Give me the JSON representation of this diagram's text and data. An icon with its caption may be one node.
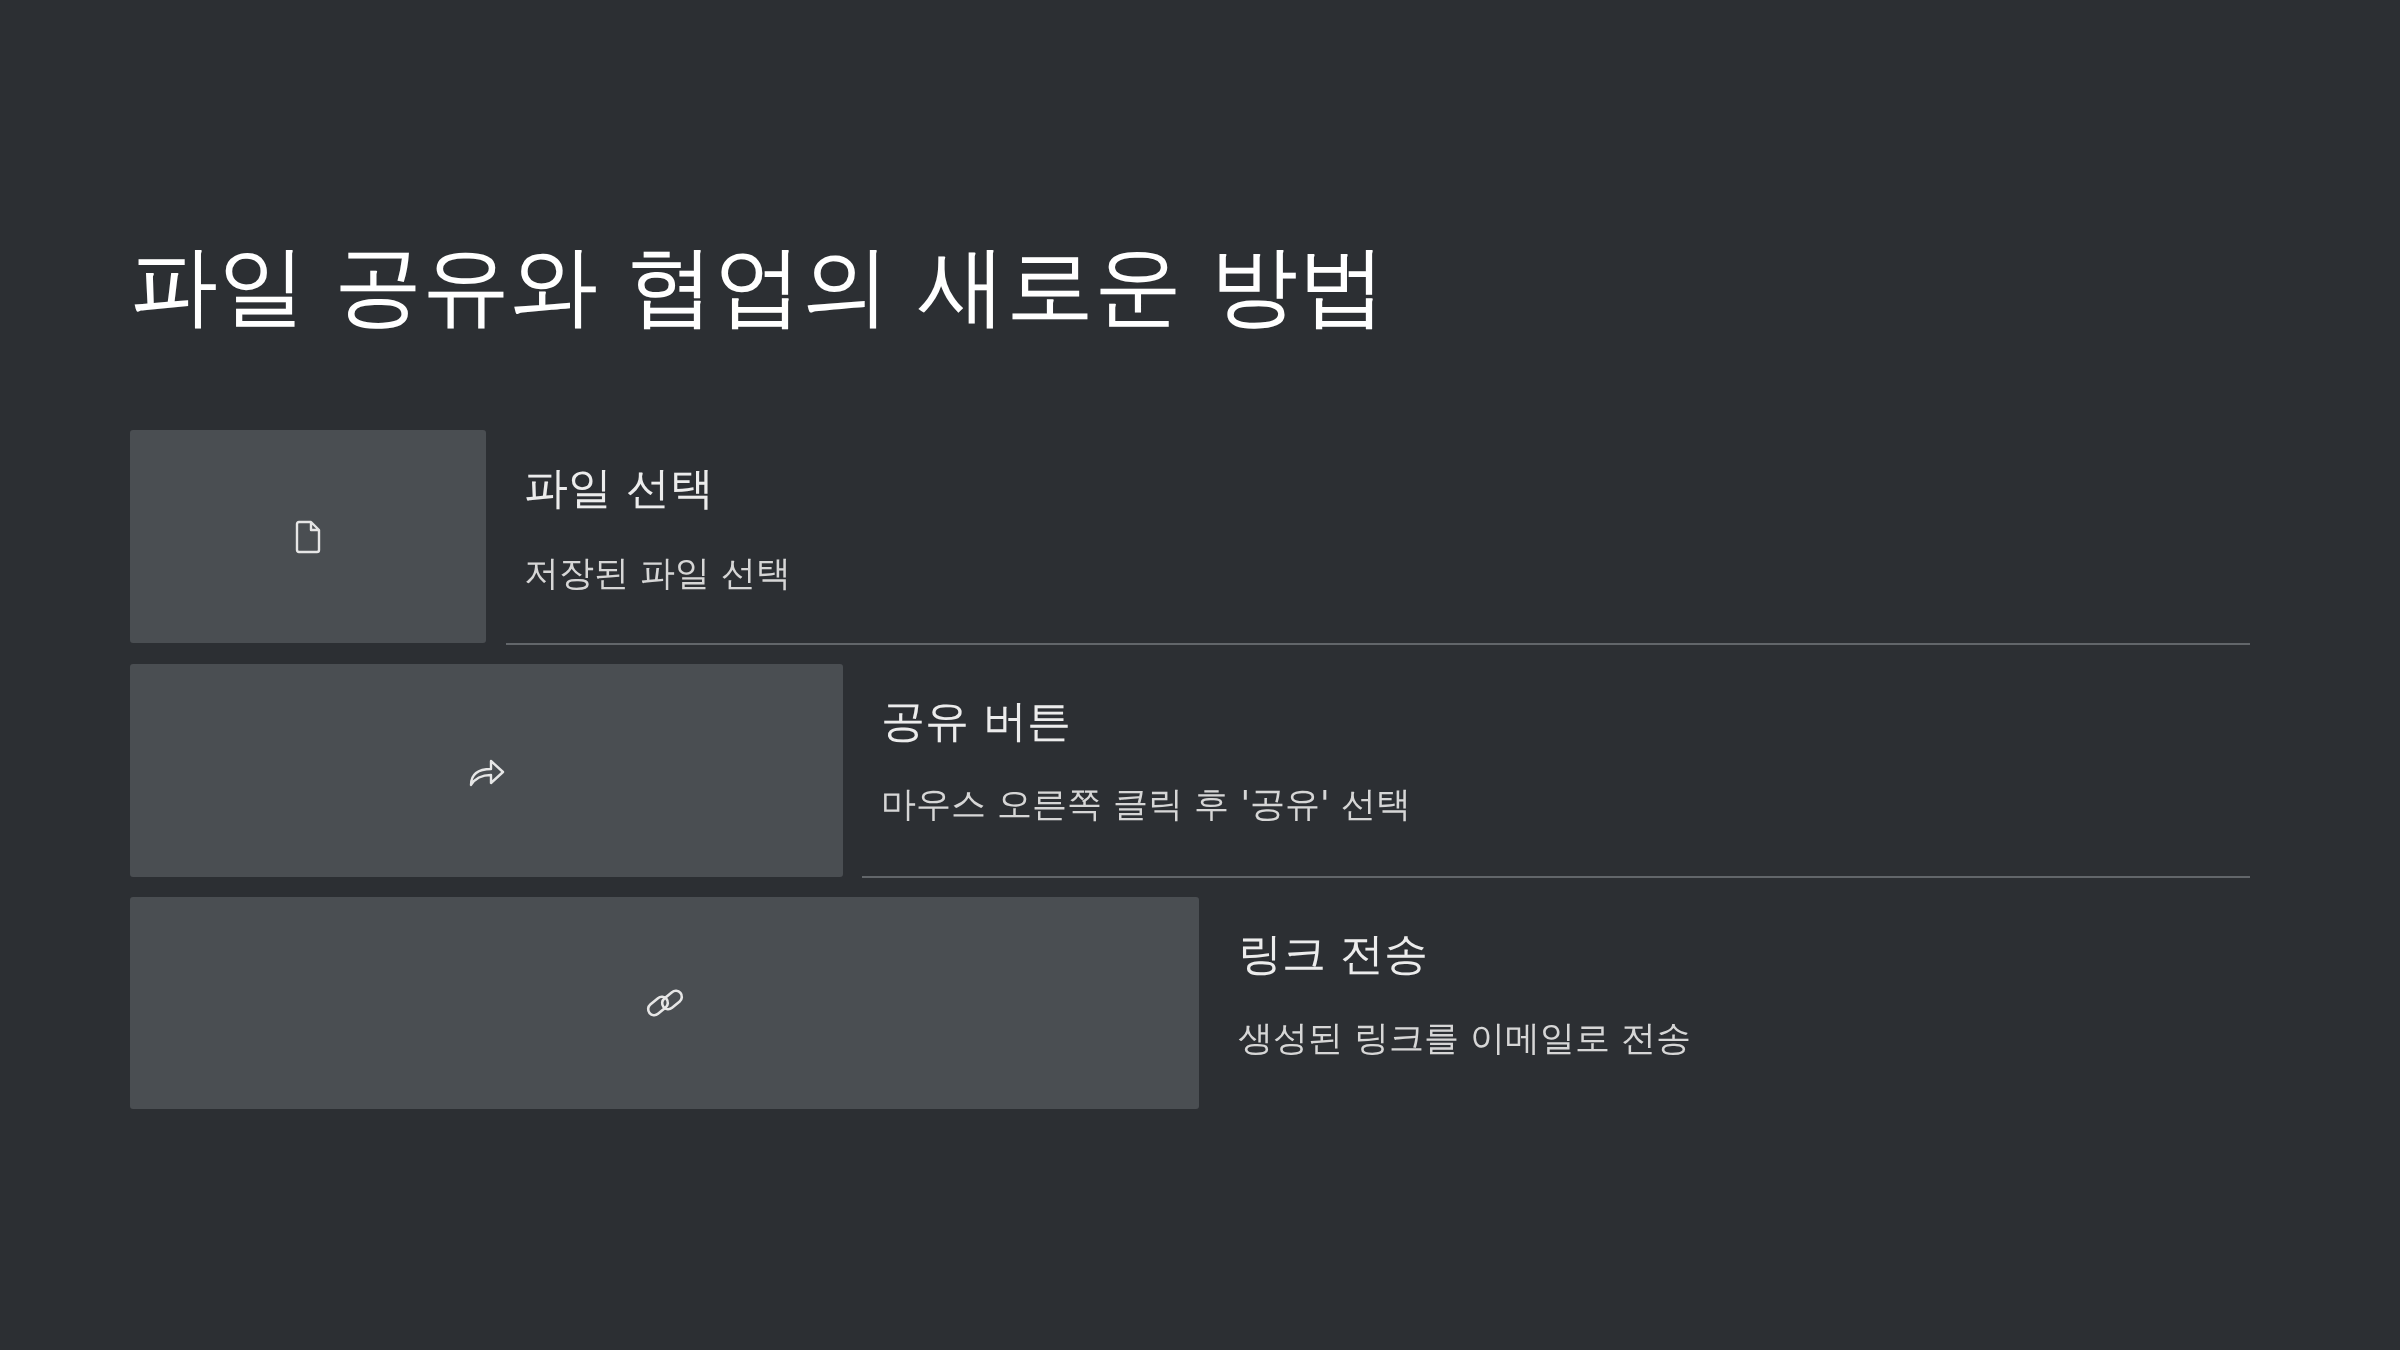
{
  "diagram": {
    "title": "파일 공유와 협업의 새로운 방법",
    "labels": [
      "파일 선택",
      "저장된 파일 선택",
      "공유 버튼",
      "마우스 오른쪽 클릭 후 '공유' 선택",
      "링크 전송",
      "생성된 링크를 이메일로 전송"
    ]
  }
}
